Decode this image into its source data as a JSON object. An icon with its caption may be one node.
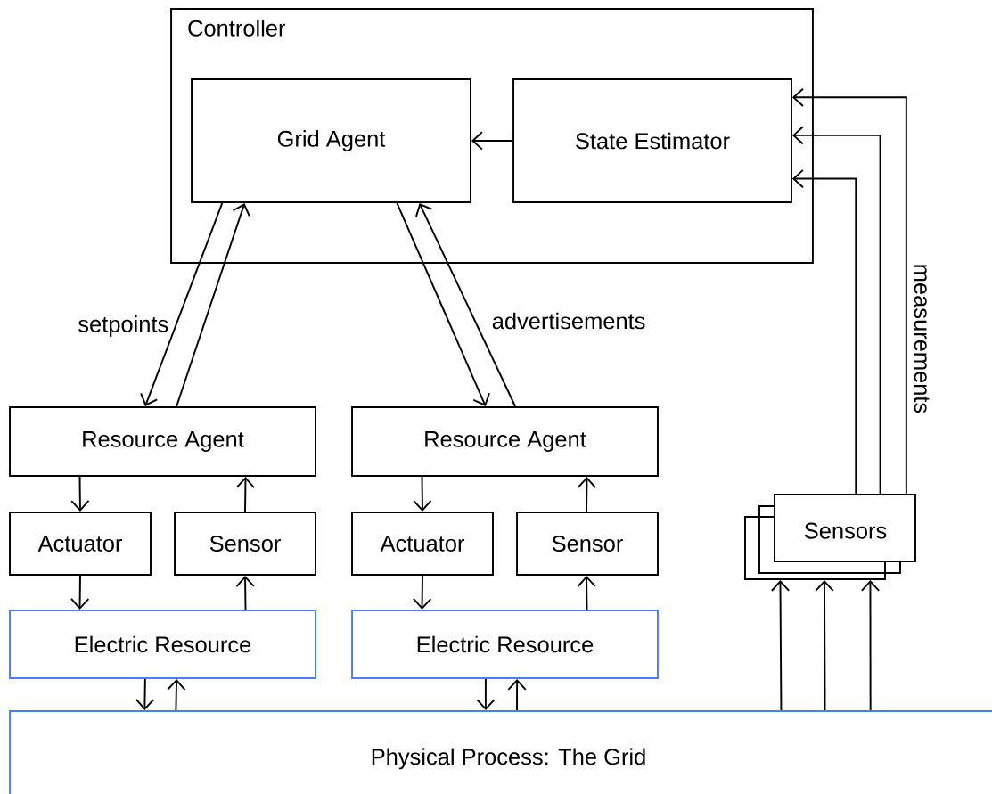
{
  "diagram": {
    "nodes": [
      {
        "text": [
          "Controller"
        ]
      },
      {
        "text": [
          "Grid Agent"
        ],
        "in": 0
      },
      {
        "text": [
          "State Estimator"
        ],
        "in": 0
      },
      {
        "text": [
          "Resource Agent"
        ]
      },
      {
        "text": [
          "Actuator"
        ]
      },
      {
        "text": [
          "Sensor"
        ]
      },
      {
        "text": [
          "Electric Resource"
        ]
      },
      {
        "text": [
          "Resource Agent"
        ]
      },
      {
        "text": [
          "Actuator"
        ]
      },
      {
        "text": [
          "Sensor"
        ]
      },
      {
        "text": [
          "Electric Resource"
        ]
      },
      {
        "text": [
          "Sensors"
        ]
      },
      {
        "text": [
          "Physical Process: The Grid"
        ]
      }
    ],
    "edges": [
      {
        "from": 2,
        "to": 1,
        "arrow": "to"
      },
      {
        "from": 1,
        "to": 3,
        "arrow": "to",
        "label": "setpoints"
      },
      {
        "from": 3,
        "to": 1,
        "arrow": "to"
      },
      {
        "from": 1,
        "to": 7,
        "arrow": "to"
      },
      {
        "from": 7,
        "to": 1,
        "arrow": "to",
        "label": "advertisements"
      },
      {
        "from": 3,
        "to": 4,
        "arrow": "to"
      },
      {
        "from": 5,
        "to": 3,
        "arrow": "to"
      },
      {
        "from": 4,
        "to": 6,
        "arrow": "to"
      },
      {
        "from": 6,
        "to": 5,
        "arrow": "to"
      },
      {
        "from": 7,
        "to": 8,
        "arrow": "to"
      },
      {
        "from": 9,
        "to": 7,
        "arrow": "to"
      },
      {
        "from": 8,
        "to": 10,
        "arrow": "to"
      },
      {
        "from": 10,
        "to": 9,
        "arrow": "to"
      },
      {
        "from": 6,
        "to": 12,
        "arrow": "to"
      },
      {
        "from": 12,
        "to": 6,
        "arrow": "to"
      },
      {
        "from": 10,
        "to": 12,
        "arrow": "to"
      },
      {
        "from": 12,
        "to": 10,
        "arrow": "to"
      },
      {
        "from": 12,
        "to": 11,
        "arrow": "to"
      },
      {
        "from": 12,
        "to": 11,
        "arrow": "to"
      },
      {
        "from": 12,
        "to": 11,
        "arrow": "to"
      },
      {
        "from": 11,
        "to": 2,
        "arrow": "to"
      },
      {
        "from": 11,
        "to": 2,
        "arrow": "to"
      },
      {
        "from": 11,
        "to": 2,
        "arrow": "to",
        "label": "measurements"
      }
    ]
  }
}
